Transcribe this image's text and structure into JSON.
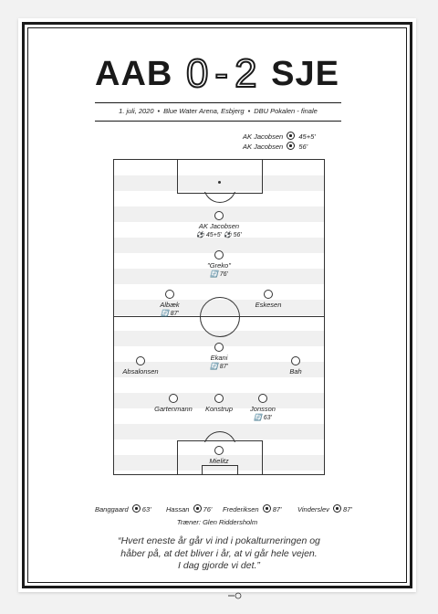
{
  "header": {
    "home": "AAB",
    "home_goals": "0",
    "dash": "-",
    "away_goals": "2",
    "away": "SJE"
  },
  "meta": {
    "date": "1. juli, 2020",
    "venue": "Blue Water Arena, Esbjerg",
    "competition": "DBU Pokalen - finale"
  },
  "scorers": [
    {
      "name": "AK Jacobsen",
      "minute": "45+5'"
    },
    {
      "name": "AK Jacobsen",
      "minute": "56'"
    }
  ],
  "players": {
    "p1": {
      "name": "AK Jacobsen",
      "events": "⚽ 45+5' ⚽ 56'"
    },
    "p2": {
      "name": "\"Greko\"",
      "events": "🔄 76'"
    },
    "p3": {
      "name": "Albæk",
      "events": "🔄 87'"
    },
    "p4": {
      "name": "Eskesen",
      "events": ""
    },
    "p5": {
      "name": "Ekani",
      "events": "🔄 87'"
    },
    "p6": {
      "name": "Absalonsen",
      "events": ""
    },
    "p7": {
      "name": "Bah",
      "events": ""
    },
    "p8": {
      "name": "Gartenmann",
      "events": ""
    },
    "p9": {
      "name": "Konstrup",
      "events": ""
    },
    "p10": {
      "name": "Jonsson",
      "events": "🔄 63'"
    },
    "p11": {
      "name": "Mielitz",
      "events": ""
    }
  },
  "bench": [
    {
      "name": "Banggaard",
      "minute": "63'"
    },
    {
      "name": "Hassan",
      "minute": "76'"
    },
    {
      "name": "Frederiksen",
      "minute": "87'"
    },
    {
      "name": "Vinderslev",
      "minute": "87'"
    }
  ],
  "coach": "Træner: Glen Riddersholm",
  "quote": {
    "line1": "“Hvert eneste år går vi ind i pokalturneringen og",
    "line2": "håber på, at det bliver i år, at vi går hele vejen.",
    "line3": "I dag gjorde vi det.”"
  }
}
